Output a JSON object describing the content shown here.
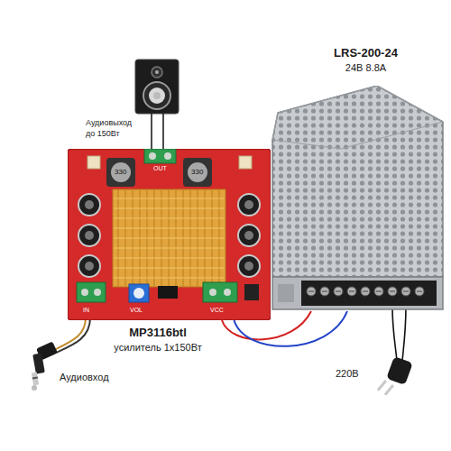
{
  "diagram": {
    "nodes": [
      {
        "text": [
          "MP3116btl",
          "усилитель 1х150Вт"
        ]
      },
      {
        "text": [
          "LRS-200-24",
          "24В 8.8А"
        ]
      }
    ],
    "edges": [
      {
        "from": 0,
        "to": 1,
        "arrow": "none"
      },
      {
        "from": 0,
        "to": 1,
        "arrow": "none"
      }
    ],
    "labels": [
      "Аудиовыход до 150Вт",
      "OUT",
      "330",
      "330",
      "IN",
      "VOL",
      "VCC",
      "Аудиовход",
      "220В"
    ]
  }
}
